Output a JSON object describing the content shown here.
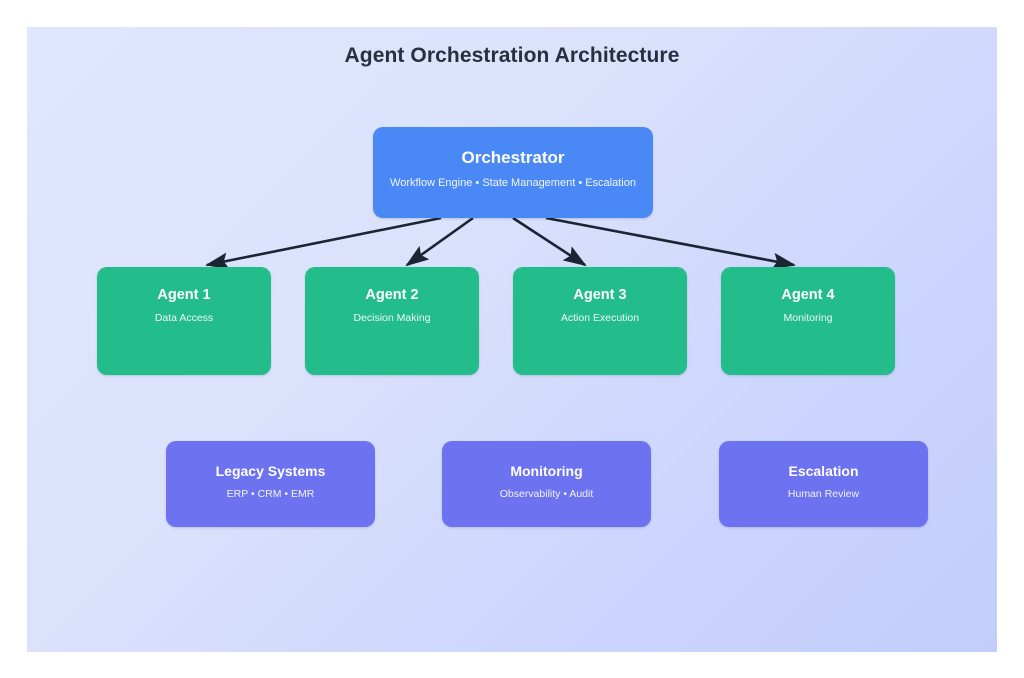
{
  "diagram": {
    "title": "Agent Orchestration Architecture",
    "background": {
      "page_color": "#ffffff",
      "canvas_gradient_from": "#e0e6fd",
      "canvas_gradient_to": "#c2cdfc"
    },
    "colors": {
      "orchestrator": "#4a88f5",
      "agent": "#23bd8b",
      "support": "#6c72f0",
      "connector": "#1c2333",
      "title_text": "#26313f",
      "node_text": "#ffffff"
    },
    "orchestrator": {
      "title": "Orchestrator",
      "subtitle": "Workflow Engine • State Management • Escalation"
    },
    "agents": [
      {
        "title": "Agent 1",
        "subtitle": "Data Access"
      },
      {
        "title": "Agent 2",
        "subtitle": "Decision Making"
      },
      {
        "title": "Agent 3",
        "subtitle": "Action Execution"
      },
      {
        "title": "Agent 4",
        "subtitle": "Monitoring"
      }
    ],
    "support": [
      {
        "title": "Legacy Systems",
        "subtitle": "ERP • CRM • EMR"
      },
      {
        "title": "Monitoring",
        "subtitle": "Observability • Audit"
      },
      {
        "title": "Escalation",
        "subtitle": "Human Review"
      }
    ],
    "connections": [
      {
        "from": "Orchestrator",
        "to": "Agent 1",
        "style": "solid-arrow"
      },
      {
        "from": "Orchestrator",
        "to": "Agent 2",
        "style": "solid-arrow"
      },
      {
        "from": "Orchestrator",
        "to": "Agent 3",
        "style": "solid-arrow"
      },
      {
        "from": "Orchestrator",
        "to": "Agent 4",
        "style": "solid-arrow"
      }
    ]
  }
}
